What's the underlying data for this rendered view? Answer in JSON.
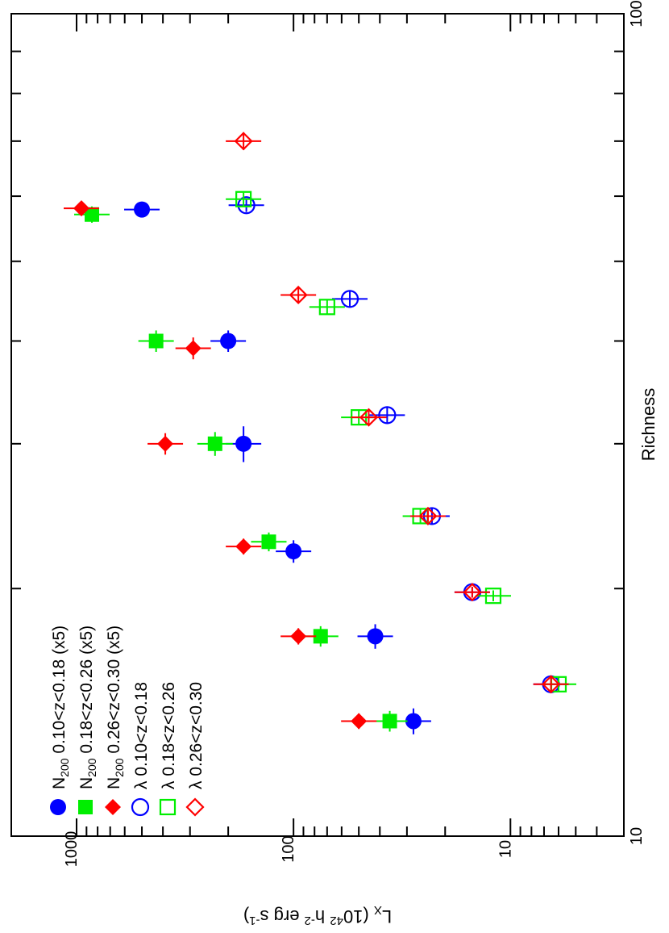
{
  "chart_data": {
    "type": "scatter",
    "orientation": "rotated-90-clockwise",
    "xlabel": "Richness",
    "ylabel": {
      "prefix": "L",
      "sub": "X",
      "mid": " (10",
      "sup1": "42",
      "mid2": " h",
      "sup2": "-2",
      "mid3": " erg s",
      "sup3": "-1",
      "suffix": ")"
    },
    "x_scale": "log",
    "y_scale": "log",
    "xlim": [
      10,
      100
    ],
    "ylim": [
      3,
      2000
    ],
    "x_tick_labels": [
      {
        "value": 10,
        "label": "10"
      },
      {
        "value": 100,
        "label": "100"
      }
    ],
    "y_tick_labels": [
      {
        "value": 10,
        "label": "10"
      },
      {
        "value": 100,
        "label": "100"
      },
      {
        "value": 1000,
        "label": "1000"
      }
    ],
    "legend_position": "bottom-left",
    "series": [
      {
        "name": {
          "base": "N",
          "sub": "200",
          "rest": " 0.10<z<0.18 (x5)"
        },
        "marker": "filled-circle",
        "color": "#0000ff",
        "points": [
          {
            "x": 13.8,
            "y": 28,
            "xerr": [
              0.5,
              0.5
            ]
          },
          {
            "x": 17.5,
            "y": 42,
            "xerr": [
              0.6,
              0.6
            ]
          },
          {
            "x": 22.2,
            "y": 100,
            "xerr": [
              0.7,
              0.7
            ]
          },
          {
            "x": 30.0,
            "y": 170,
            "xerr": [
              1.5,
              1.5
            ]
          },
          {
            "x": 40.0,
            "y": 200,
            "xerr": [
              1.2,
              1.2
            ]
          },
          {
            "x": 57.8,
            "y": 500,
            "xerr": [
              0.0,
              0.0
            ]
          }
        ]
      },
      {
        "name": {
          "base": "N",
          "sub": "200",
          "rest": " 0.18<z<0.26 (x5)"
        },
        "marker": "filled-square",
        "color": "#00ee00",
        "points": [
          {
            "x": 13.8,
            "y": 36,
            "xerr": [
              0.4,
              0.4
            ]
          },
          {
            "x": 17.5,
            "y": 75,
            "xerr": [
              0.5,
              0.5
            ]
          },
          {
            "x": 22.8,
            "y": 130,
            "xerr": [
              0.6,
              0.6
            ]
          },
          {
            "x": 30.0,
            "y": 230,
            "xerr": [
              1.0,
              1.0
            ]
          },
          {
            "x": 40.0,
            "y": 430,
            "xerr": [
              1.2,
              1.2
            ]
          },
          {
            "x": 57.0,
            "y": 850,
            "xerr": [
              1.3,
              1.3
            ]
          }
        ]
      },
      {
        "name": {
          "base": "N",
          "sub": "200",
          "rest": " 0.26<z<0.30 (x5)"
        },
        "marker": "filled-diamond",
        "color": "#ff0000",
        "points": [
          {
            "x": 13.8,
            "y": 50,
            "xerr": [
              0.3,
              0.3
            ]
          },
          {
            "x": 17.5,
            "y": 95,
            "xerr": [
              0.4,
              0.4
            ]
          },
          {
            "x": 22.5,
            "y": 170,
            "xerr": [
              0.5,
              0.5
            ]
          },
          {
            "x": 30.0,
            "y": 390,
            "xerr": [
              0.9,
              0.9
            ]
          },
          {
            "x": 39.2,
            "y": 290,
            "xerr": [
              1.2,
              1.2
            ]
          },
          {
            "x": 58.0,
            "y": 950,
            "xerr": [
              0.6,
              0.6
            ]
          }
        ]
      },
      {
        "name": {
          "base": "λ",
          "sub": "",
          "rest": " 0.10<z<0.18"
        },
        "marker": "open-circle",
        "color": "#0000ff",
        "points": [
          {
            "x": 15.3,
            "y": 6.5,
            "xerr": [
              0.3,
              0.3
            ]
          },
          {
            "x": 19.8,
            "y": 15,
            "xerr": [
              0.3,
              0.3
            ]
          },
          {
            "x": 24.5,
            "y": 23,
            "xerr": [
              0.5,
              0.5
            ]
          },
          {
            "x": 32.5,
            "y": 37,
            "xerr": [
              0.7,
              0.7
            ]
          },
          {
            "x": 45.0,
            "y": 55,
            "xerr": [
              1.0,
              1.0
            ]
          },
          {
            "x": 58.5,
            "y": 165,
            "xerr": [
              1.1,
              1.1
            ]
          }
        ]
      },
      {
        "name": {
          "base": "λ",
          "sub": "",
          "rest": " 0.18<z<0.26"
        },
        "marker": "open-square",
        "color": "#00ee00",
        "points": [
          {
            "x": 15.3,
            "y": 6,
            "xerr": [
              0.3,
              0.3
            ]
          },
          {
            "x": 19.6,
            "y": 12,
            "xerr": [
              0.3,
              0.3
            ]
          },
          {
            "x": 24.5,
            "y": 26,
            "xerr": [
              0.5,
              0.5
            ]
          },
          {
            "x": 32.3,
            "y": 50,
            "xerr": [
              0.7,
              0.7
            ]
          },
          {
            "x": 44.0,
            "y": 70,
            "xerr": [
              0.9,
              0.9
            ]
          },
          {
            "x": 59.5,
            "y": 170,
            "xerr": [
              1.1,
              1.1
            ]
          }
        ]
      },
      {
        "name": {
          "base": "λ",
          "sub": "",
          "rest": " 0.26<z<0.30"
        },
        "marker": "open-diamond",
        "color": "#ff0000",
        "points": [
          {
            "x": 15.3,
            "y": 6.5,
            "xerr": [
              0.3,
              0.3
            ]
          },
          {
            "x": 19.8,
            "y": 15,
            "xerr": [
              0.3,
              0.3
            ]
          },
          {
            "x": 24.5,
            "y": 24,
            "xerr": [
              0.4,
              0.4
            ]
          },
          {
            "x": 32.3,
            "y": 45,
            "xerr": [
              0.6,
              0.6
            ]
          },
          {
            "x": 45.5,
            "y": 95,
            "xerr": [
              1.0,
              1.0
            ]
          },
          {
            "x": 70.0,
            "y": 170,
            "xerr": [
              1.7,
              1.7
            ]
          }
        ]
      }
    ]
  }
}
